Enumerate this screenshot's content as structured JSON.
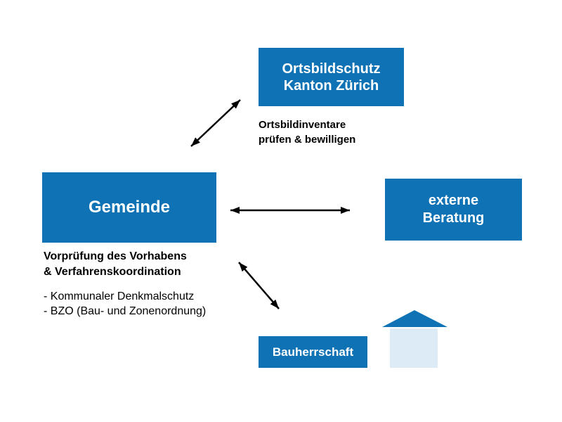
{
  "nodes": {
    "ortsbildschutz": {
      "lines": [
        "Ortsbildschutz",
        "Kanton Zürich"
      ]
    },
    "gemeinde": {
      "label": "Gemeinde"
    },
    "externe_beratung": {
      "lines": [
        "externe",
        "Beratung"
      ]
    },
    "bauherrschaft": {
      "label": "Bauherrschaft"
    }
  },
  "annotations": {
    "ortsbildschutz_task": {
      "lines": [
        "Ortsbildinventare",
        "prüfen & bewilligen"
      ]
    },
    "gemeinde_task": {
      "lines": [
        "Vorprüfung des Vorhabens",
        "& Verfahrenskoordination"
      ]
    },
    "gemeinde_details": {
      "lines": [
        "- Kommunaler Denkmalschutz",
        "- BZO (Bau- und Zonenordnung)"
      ]
    }
  },
  "icons": {
    "house": "house-icon"
  },
  "colors": {
    "box_blue": "#0f72b5",
    "box_text": "#ffffff",
    "arrow": "#000000",
    "house_roof": "#0f72b5",
    "house_body": "#dcebf6"
  }
}
